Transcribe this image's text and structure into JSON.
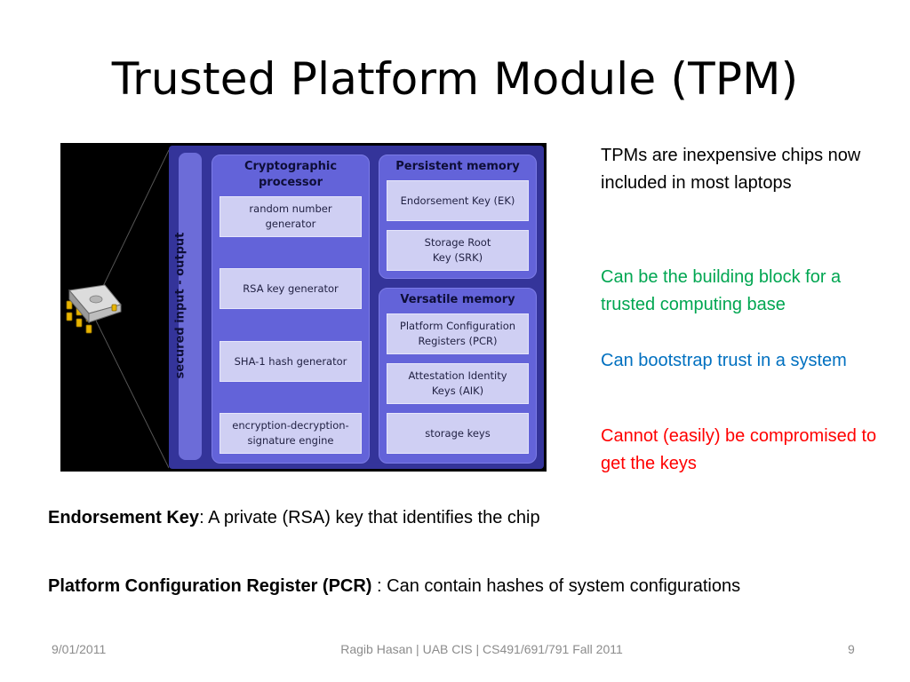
{
  "slide": {
    "title": "Trusted Platform Module (TPM)"
  },
  "diagram": {
    "io_label": "secured input - output",
    "crypto": {
      "title": "Cryptographic\nprocessor",
      "boxes": [
        "random number\ngenerator",
        "RSA key generator",
        "SHA-1 hash generator",
        "encryption-decryption-\nsignature engine"
      ]
    },
    "persistent": {
      "title": "Persistent memory",
      "boxes": [
        "Endorsement Key (EK)",
        "Storage Root\nKey (SRK)"
      ]
    },
    "versatile": {
      "title": "Versatile memory",
      "boxes": [
        "Platform Configuration\nRegisters (PCR)",
        "Attestation Identity\nKeys (AIK)",
        "storage keys"
      ]
    },
    "colors": {
      "background": "#000000",
      "module": "#34349a",
      "panel": "#6363d9",
      "box": "#cfcff3"
    }
  },
  "bullets": [
    {
      "text": "TPMs are inexpensive chips now included in most laptops",
      "color": "#000000"
    },
    {
      "text": "Can be the building block for a trusted computing base",
      "color": "#00a651"
    },
    {
      "text": "Can bootstrap trust in a system",
      "color": "#0070c0"
    },
    {
      "text": "Cannot (easily) be compromised to get the keys",
      "color": "#ff0000"
    }
  ],
  "definitions": [
    {
      "term": "Endorsement Key",
      "text": ": A private (RSA) key that identifies the chip"
    },
    {
      "term": "Platform Configuration Register (PCR)",
      "text": " : Can contain hashes of system configurations"
    }
  ],
  "footer": {
    "date": "9/01/2011",
    "center": "Ragib Hasan | UAB CIS | CS491/691/791 Fall 2011",
    "page": "9"
  }
}
